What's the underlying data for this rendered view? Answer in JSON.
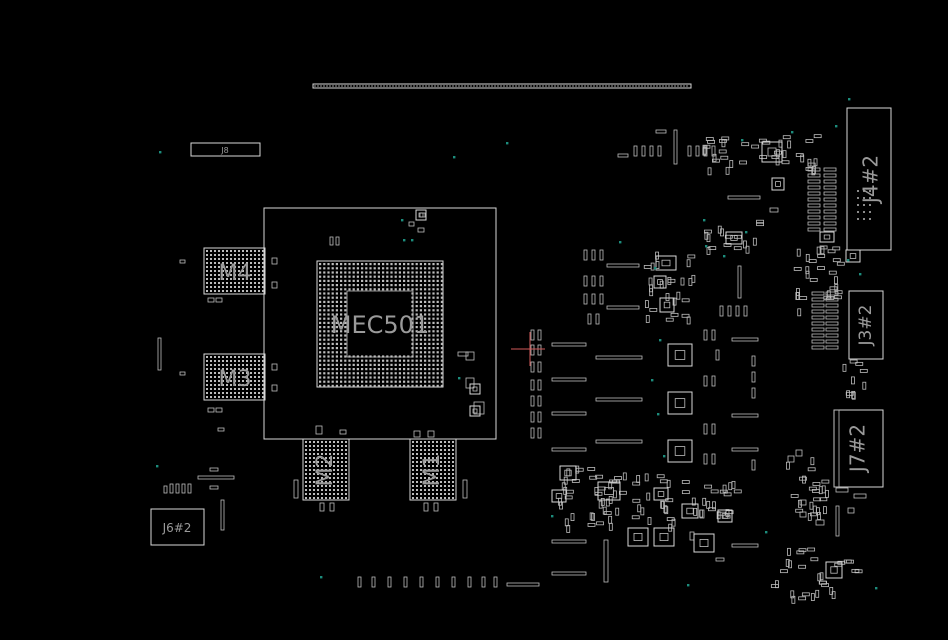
{
  "labels": {
    "gpu": "MEC501",
    "m4": "M4",
    "m3": "M3",
    "m2": "M2",
    "m1": "M1",
    "j8": "J8",
    "j6": "J6#2",
    "j4": "J4#2",
    "j3": "J3#2",
    "j7": "J7#2"
  },
  "colors": {
    "background": "#000000",
    "outline": "#d8d8d8",
    "label": "#9a9a9a",
    "testpoint": "#1c8c7c"
  }
}
